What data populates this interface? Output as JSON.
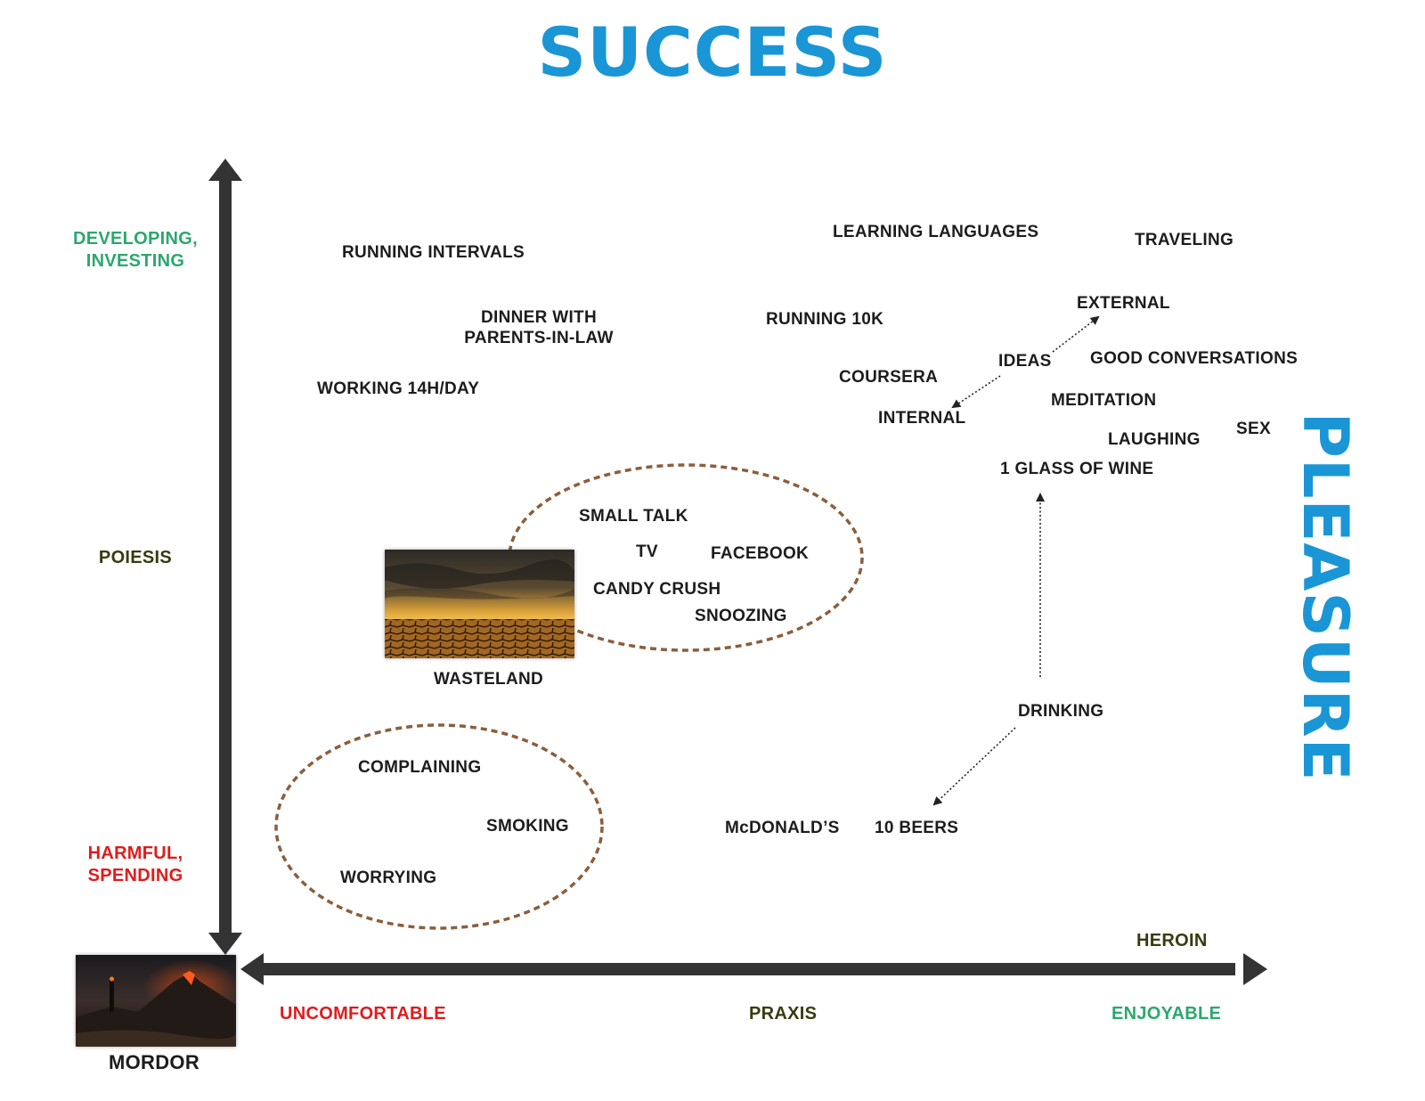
{
  "title": "SUCCESS",
  "side_title": "PLEASURE",
  "colors": {
    "title": "#1a96d6",
    "green": "#2aa86e",
    "olive": "#3a3a10",
    "red": "#e01b1b",
    "text": "#1c1c1c",
    "axis": "#333333",
    "ellipse": "#8b5e3c"
  },
  "y_axis": {
    "top_label": "DEVELOPING,\nINVESTING",
    "middle_label": "POIESIS",
    "bottom_label": "HARMFUL,\nSPENDING"
  },
  "x_axis": {
    "left_label": "UNCOMFORTABLE",
    "middle_label": "PRAXIS",
    "right_label": "ENJOYABLE",
    "end_label": "HEROIN"
  },
  "items": {
    "running_intervals": "RUNNING INTERVALS",
    "dinner": "DINNER WITH\nPARENTS-IN-LAW",
    "working": "WORKING 14H/DAY",
    "learning_languages": "LEARNING LANGUAGES",
    "traveling": "TRAVELING",
    "running_10k": "RUNNING 10K",
    "external": "EXTERNAL",
    "ideas": "IDEAS",
    "good_conversations": "GOOD CONVERSATIONS",
    "coursera": "COURSERA",
    "meditation": "MEDITATION",
    "internal": "INTERNAL",
    "laughing": "LAUGHING",
    "sex": "SEX",
    "glass_of_wine": "1 GLASS OF WINE",
    "small_talk": "SMALL TALK",
    "tv": "TV",
    "facebook": "FACEBOOK",
    "candy_crush": "CANDY CRUSH",
    "snoozing": "SNOOZING",
    "drinking": "DRINKING",
    "complaining": "COMPLAINING",
    "smoking": "SMOKING",
    "worrying": "WORRYING",
    "mcdonalds": "McDONALD’S",
    "ten_beers": "10 BEERS"
  },
  "images": {
    "wasteland_caption": "WASTELAND",
    "mordor_caption": "MORDOR"
  }
}
